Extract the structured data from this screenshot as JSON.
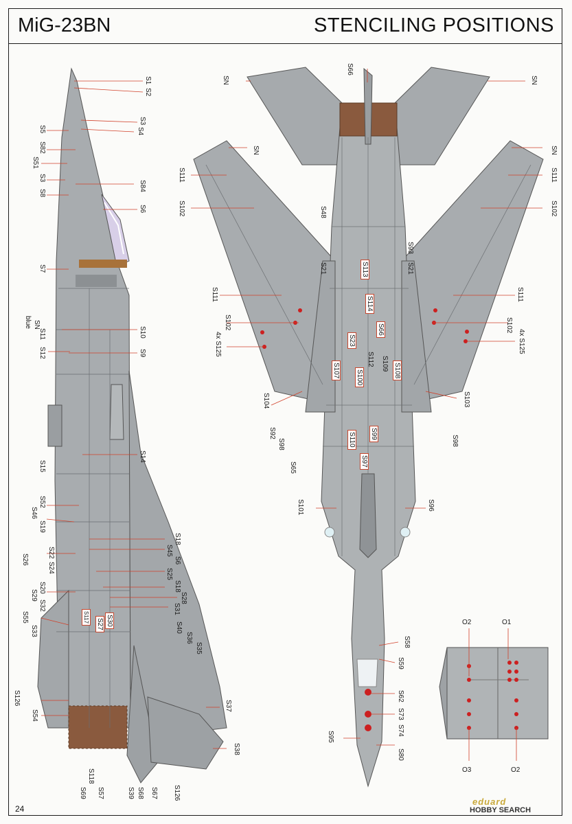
{
  "header": {
    "model": "MiG-23BN",
    "title": "STENCILING POSITIONS"
  },
  "footer": {
    "page": "24",
    "brand": "eduard",
    "watermark": "HOBBY SEARCH"
  },
  "side_view": {
    "callouts": [
      "S1",
      "S2",
      "S3",
      "S4",
      "S5",
      "S82",
      "S51",
      "S3",
      "S84",
      "S8",
      "S6",
      "S7",
      "SN",
      "blue",
      "S11",
      "S12",
      "S10",
      "S9",
      "S14",
      "S15",
      "S52",
      "S46",
      "S19",
      "S22",
      "S24",
      "S26",
      "S18",
      "S45",
      "S6",
      "S25",
      "S18",
      "S20",
      "S29",
      "S32",
      "S117",
      "S55",
      "S33",
      "S27",
      "S30",
      "S28",
      "S31",
      "S40",
      "S36",
      "S35",
      "S126",
      "S54",
      "S37",
      "S38",
      "S118",
      "S69",
      "S57",
      "S39",
      "S68",
      "S67",
      "S126"
    ]
  },
  "plan_view": {
    "callouts": [
      "SN",
      "S66",
      "SN",
      "SN",
      "S111",
      "S102",
      "SN",
      "S111",
      "S102",
      "S48",
      "S93",
      "S21",
      "S21",
      "S113",
      "S114",
      "S66",
      "S23",
      "S109",
      "S112",
      "S108",
      "S107",
      "S100",
      "S111",
      "S102",
      "4x S125",
      "S111",
      "S102",
      "4x S125",
      "S104",
      "S103",
      "S92",
      "S98",
      "S99",
      "S98",
      "S110",
      "S97",
      "S65",
      "S101",
      "S96",
      "S58",
      "S59",
      "S62",
      "S73",
      "S74",
      "S95",
      "S80"
    ]
  },
  "detail_view": {
    "callouts": [
      "O2",
      "O1",
      "O3",
      "O2"
    ]
  }
}
